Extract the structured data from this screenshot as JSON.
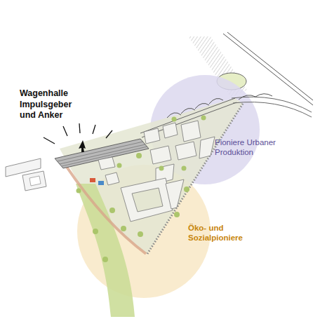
{
  "diagram": {
    "labels": [
      "Wagenhalle Impulsgeber und Anker",
      "Pioniere Urbaner Produktion",
      "Öko- und Sozialpioniere"
    ]
  }
}
